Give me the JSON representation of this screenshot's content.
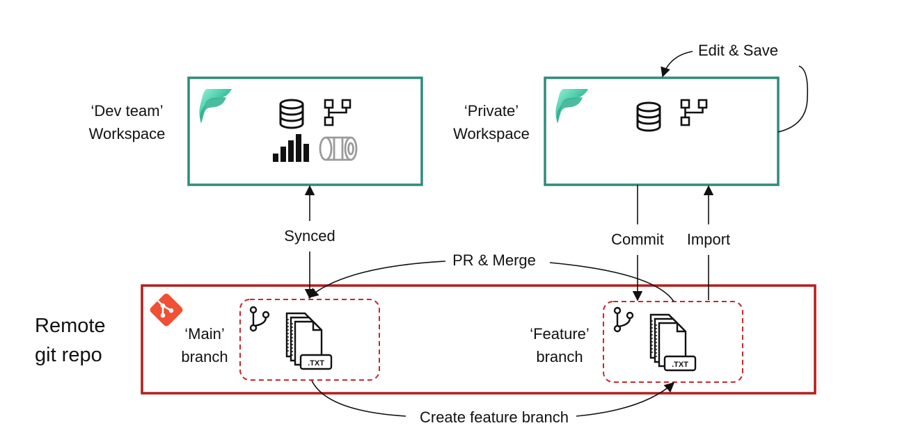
{
  "workspaces": {
    "dev": {
      "line1": "‘Dev team’",
      "line2": "Workspace"
    },
    "private": {
      "line1": "‘Private’",
      "line2": "Workspace"
    }
  },
  "repo": {
    "line1": "Remote",
    "line2": "git repo"
  },
  "branches": {
    "main": {
      "line1": "‘Main’",
      "line2": "branch",
      "file_ext": ".TXT"
    },
    "feature": {
      "line1": "‘Feature’",
      "line2": "branch",
      "file_ext": ".TXT"
    }
  },
  "flows": {
    "edit_save": "Edit & Save",
    "synced": "Synced",
    "commit": "Commit",
    "import": "Import",
    "pr_merge": "PR & Merge",
    "create_branch": "Create feature branch"
  },
  "icons": {
    "fabric": "fabric-logo-icon",
    "database": "database-icon",
    "pipeline": "pipeline-icon",
    "report": "bar-chart-icon",
    "dataflow": "dataflow-icon",
    "git": "git-logo-icon",
    "branch": "git-branch-icon",
    "files": "text-files-icon"
  },
  "colors": {
    "workspace_border": "#2e8b7a",
    "repo_border": "#b71c1c",
    "branch_border": "#c62828",
    "git_logo": "#f05033",
    "fabric_light": "#7fe0c8",
    "fabric_dark": "#0f8a6e"
  }
}
